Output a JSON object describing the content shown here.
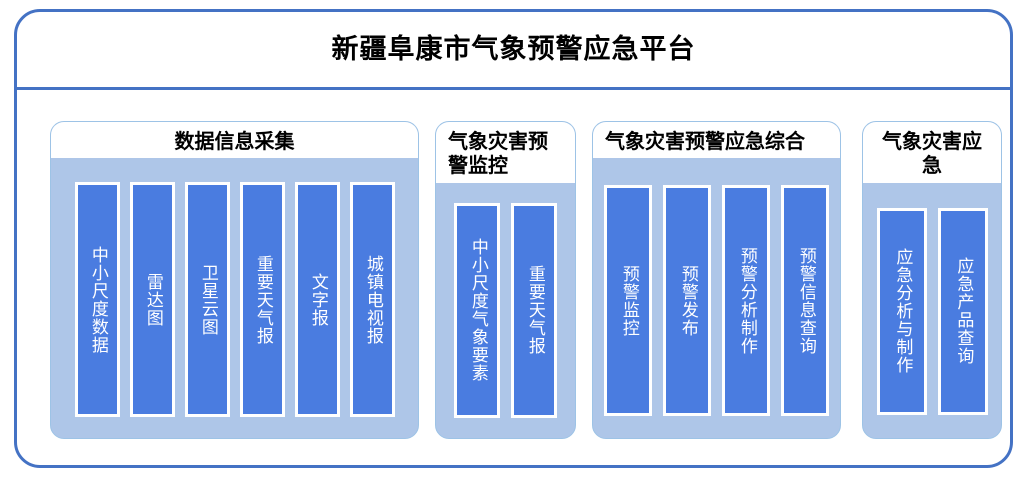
{
  "platform": {
    "title": "新疆阜康市气象预警应急平台",
    "frame_border_color": "#4472c4",
    "panel_body_color": "#aec6e8",
    "leaf_box_color": "#4a7ce0",
    "leaf_text_color": "#ffffff"
  },
  "groups": [
    {
      "id": "data-collection",
      "title": "数据信息采集",
      "title_align": "center",
      "items": [
        {
          "label": "中小尺度数据"
        },
        {
          "label": "雷达图"
        },
        {
          "label": "卫星云图"
        },
        {
          "label": "重要天气报"
        },
        {
          "label": "文字报"
        },
        {
          "label": "城镇电视报"
        }
      ]
    },
    {
      "id": "warning-monitor",
      "title": "气象灾害预警监控",
      "title_align": "left",
      "items": [
        {
          "label": "中小尺度气象要素"
        },
        {
          "label": "重要天气报"
        }
      ]
    },
    {
      "id": "warning-integrated",
      "title": "气象灾害预警应急综合",
      "title_align": "left",
      "items": [
        {
          "label": "预警监控"
        },
        {
          "label": "预警发布"
        },
        {
          "label": "预警分析制作"
        },
        {
          "label": "预警信息查询"
        }
      ]
    },
    {
      "id": "disaster-emergency",
      "title": "气象灾害应急",
      "title_align": "center",
      "items": [
        {
          "label": "应急分析与制作"
        },
        {
          "label": "应急产品查询"
        }
      ]
    }
  ]
}
